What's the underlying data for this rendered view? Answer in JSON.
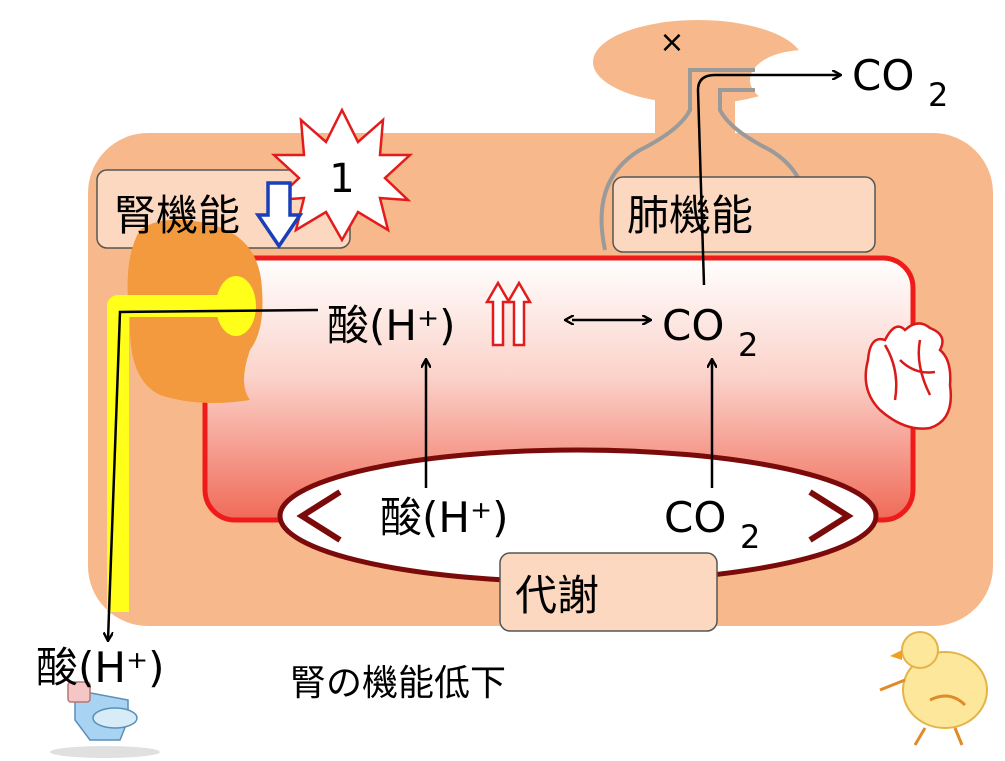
{
  "labels": {
    "kidney_function": "腎機能",
    "lung_function": "肺機能",
    "metabolism": "代謝",
    "acid_blood": "酸(H⁺)",
    "co2_blood": "CO",
    "co2_blood_sub": "2",
    "acid_metabolism": "酸(H⁺)",
    "co2_metabolism": "CO",
    "co2_metabolism_sub": "2",
    "co2_exhaled": "CO",
    "co2_exhaled_sub": "2",
    "acid_excreted": "酸(H⁺)",
    "caption": "腎の機能低下",
    "burst_number": "1",
    "cross_mark": "×"
  },
  "colors": {
    "body": "#f7b98b",
    "blood_border": "#ef1b1b",
    "metabolism_border": "#7b0a0a",
    "kidney": "#f29a3d",
    "urine_path": "#ffff1a",
    "down_arrow": "#1a3fb8",
    "up_arrows": "#e41b1b",
    "lung_airway": "#9a9a9a"
  },
  "icons": [
    "heart-icon",
    "chick-icon",
    "toilet-icon",
    "explosion-burst-icon",
    "kidney-icon",
    "lungs-icon"
  ]
}
